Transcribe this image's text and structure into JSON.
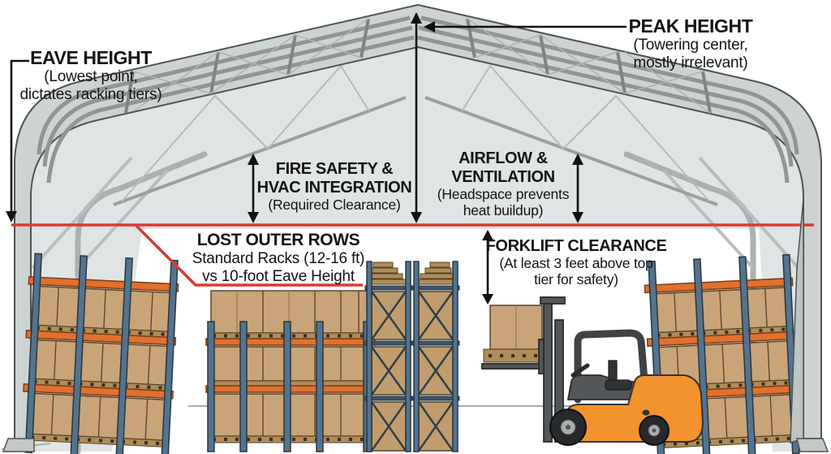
{
  "labels": {
    "eave": {
      "title": "EAVE HEIGHT",
      "sub1": "(Lowest point,",
      "sub2": "dictates racking tiers)"
    },
    "peak": {
      "title": "PEAK HEIGHT",
      "sub1": "(Towering center,",
      "sub2": "mostly irrelevant)"
    },
    "fire": {
      "title1": "FIRE SAFETY &",
      "title2": "HVAC INTEGRATION",
      "sub": "(Required Clearance)"
    },
    "airflow": {
      "title1": "AIRFLOW &",
      "title2": "VENTILATION",
      "sub1": "(Headspace prevents",
      "sub2": "heat buildup)"
    },
    "lost": {
      "title": "LOST OUTER ROWS",
      "sub1": "Standard Racks (12-16 ft)",
      "sub2": "vs 10-foot Eave Height"
    },
    "forklift": {
      "title": "FORKLIFT CLEARANCE",
      "sub1": "(At least 3 feet above top",
      "sub2": "tier for safety)"
    }
  },
  "colors": {
    "annotation_red": "#D93A32",
    "arrow_black": "#111111",
    "text": "#141414",
    "roof_fill": "#CDD2D2",
    "roof_outline": "#4F5454",
    "frame_tube": "#8F9696",
    "interior_wall": "#E0E4E4",
    "rack_post_blue": "#55738C",
    "rack_post_outline": "#263744",
    "beam_orange": "#E1702D",
    "beam_outline": "#7A3C14",
    "box_tan": "#C9A478",
    "box_outline": "#54422C",
    "pallet_tan": "#B08C58",
    "forklift_orange": "#F2932E",
    "forklift_dark": "#53575A",
    "wheel_black": "#27292B",
    "floor_line": "#A8ACAC"
  }
}
